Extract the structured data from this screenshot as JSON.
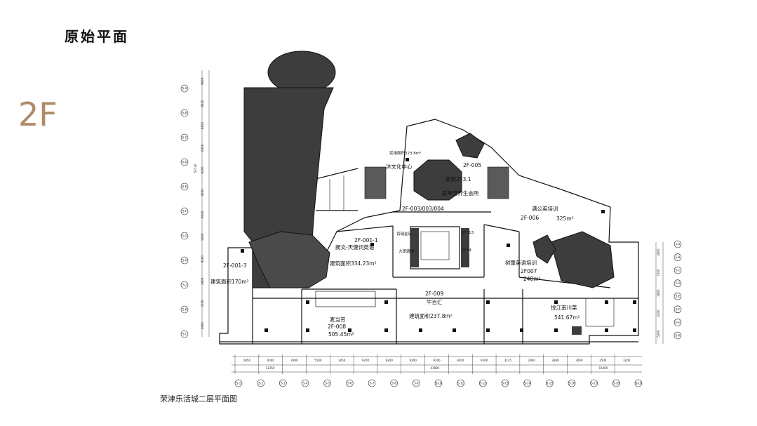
{
  "page": {
    "heading": "原始平面",
    "floor": "2F",
    "caption": "荣津乐活城二层平面图"
  },
  "units": [
    {
      "id": "2F-001-1",
      "text": "朗文-天健词英语",
      "area": "建筑面积334.23m²"
    },
    {
      "id": "2F-001-3",
      "area": "建筑面积170m²"
    },
    {
      "area_top": "实用面积223.8m²",
      "text": "沐文化中心"
    },
    {
      "id": "2F-005",
      "area": "面积253.1",
      "text": "爱琴营养生会所"
    },
    {
      "id": "2F-003/003/004"
    },
    {
      "id": "2F-006",
      "text": "满公英培训",
      "area": "325m²"
    },
    {
      "id": "2F007",
      "text": "树童英语培训",
      "area": "248m²"
    },
    {
      "id": "2F-009",
      "text": "牛百汇",
      "area": "建筑面积237.8m²"
    },
    {
      "id": "2F-008",
      "text": "麦当劳",
      "area": "505.45m²"
    },
    {
      "text": "悦江南川菜",
      "area": "541.67m²"
    },
    {
      "text": "百瑞金店"
    },
    {
      "text": "大哥骑楼"
    },
    {
      "id": "2F013"
    },
    {
      "id": "2F14"
    }
  ],
  "dimensions": {
    "bottom": [
      "2950",
      "4000",
      "2900",
      "5500",
      "3450",
      "9200",
      "9200",
      "9200",
      "9200",
      "9200",
      "9200",
      "3125",
      "2900",
      "2800",
      "3000",
      "3500",
      "3200"
    ],
    "bottom_totals": [
      "12350",
      "43985",
      "15400"
    ],
    "left": [
      "9639",
      "8420",
      "6450",
      "6450",
      "9200",
      "9200",
      "9200",
      "9200",
      "9200",
      "2900",
      "3150",
      "2900"
    ],
    "left_total": "53730",
    "right": [
      "2800",
      "7200",
      "2800",
      "4300",
      "5200"
    ]
  },
  "axes": {
    "bottom": [
      "S-1",
      "S-2",
      "S-3",
      "S-4",
      "S-5",
      "S-6",
      "S-7",
      "S-8",
      "S-9",
      "S-10",
      "S-11",
      "S-12",
      "S-13",
      "S-14",
      "S-15",
      "S-16",
      "S-17",
      "S-18",
      "S-19"
    ],
    "left": [
      "S-A",
      "S-B",
      "S-C",
      "S-D",
      "S-E",
      "S-F",
      "S-G",
      "S-H",
      "S-J",
      "S-K",
      "S-L"
    ],
    "right": [
      "S-A",
      "S-B",
      "S-C",
      "S-D",
      "S-E",
      "S-F",
      "S-G",
      "S-H"
    ]
  },
  "colors": {
    "accent": "#b08a67",
    "ink": "#111111",
    "fill": "#3d3d3d"
  }
}
